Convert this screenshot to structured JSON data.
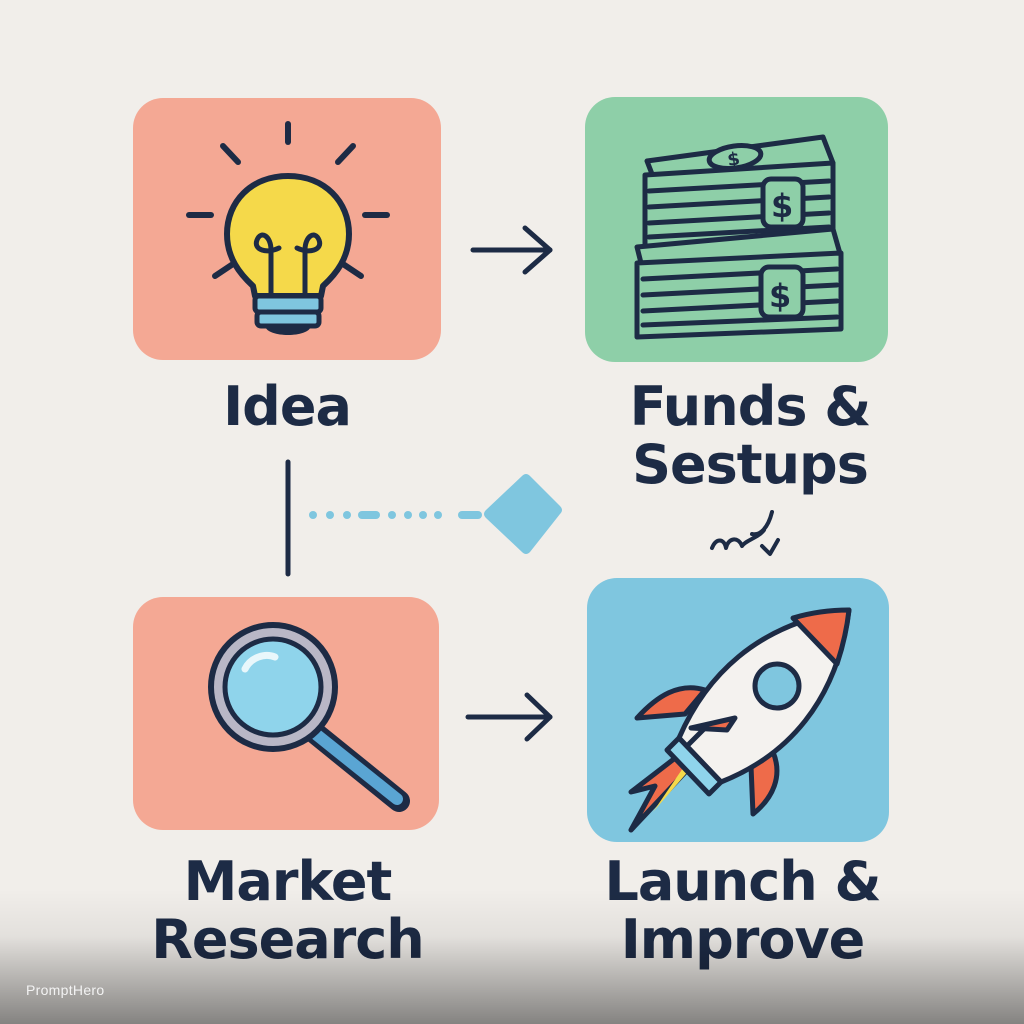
{
  "steps": {
    "idea": {
      "line1": "Idea"
    },
    "funds": {
      "line1": "Funds &",
      "line2": "Sestups"
    },
    "research": {
      "line1": "Market",
      "line2": "Research"
    },
    "launch": {
      "line1": "Launch &",
      "line2": "Improve"
    }
  },
  "watermark": "PromptHero",
  "colors": {
    "background": "#f1eeea",
    "coral": "#f4a894",
    "green": "#8ecfa8",
    "blue": "#7fc6df",
    "ink": "#1d2b45",
    "bulb_yellow": "#f5d94a",
    "rocket_red": "#ee6b4a",
    "connector_blue": "#6fc0dc"
  },
  "icons": {
    "idea": "lightbulb-icon",
    "funds": "money-stack-icon",
    "research": "magnifying-glass-icon",
    "launch": "rocket-icon"
  }
}
